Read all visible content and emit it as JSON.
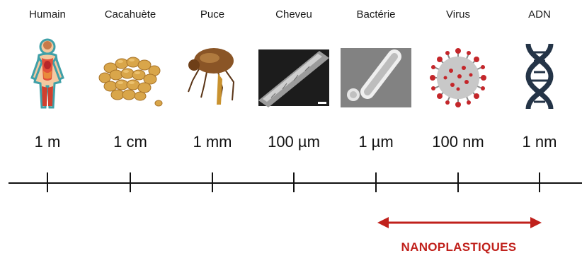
{
  "items": [
    {
      "name": "Humain",
      "size": "1 m",
      "icon": "human-body-icon"
    },
    {
      "name": "Cacahuète",
      "size": "1 cm",
      "icon": "peanuts-icon"
    },
    {
      "name": "Puce",
      "size": "1 mm",
      "icon": "flea-icon"
    },
    {
      "name": "Cheveu",
      "size": "100 µm",
      "icon": "hair-micrograph-icon"
    },
    {
      "name": "Bactérie",
      "size": "1 µm",
      "icon": "bacterium-micrograph-icon"
    },
    {
      "name": "Virus",
      "size": "100 nm",
      "icon": "virus-icon"
    },
    {
      "name": "ADN",
      "size": "1 nm",
      "icon": "dna-icon"
    }
  ],
  "range": {
    "label": "NANOPLASTIQUES",
    "from": "1 µm",
    "to": "1 nm",
    "color": "#c0201b"
  },
  "colors": {
    "axis": "#111111",
    "text": "#1a1a1a"
  }
}
